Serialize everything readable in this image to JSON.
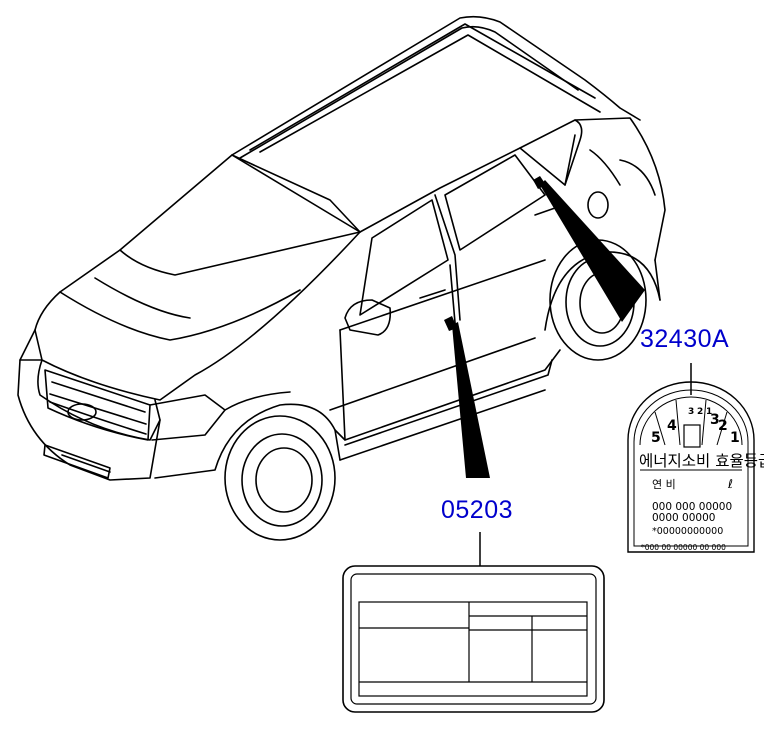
{
  "accent_color": "#0000cc",
  "callouts": [
    {
      "part_number": "32430A",
      "label_type": "fuel-efficiency-label"
    },
    {
      "part_number": "05203",
      "label_type": "tire-pressure-label"
    }
  ],
  "fuel_label": {
    "grades": [
      "5",
      "4",
      "3",
      "2",
      "1"
    ],
    "dial_tabs": [
      "3",
      "2",
      "1"
    ],
    "title": "에너지소비 효율등급",
    "line_label": "연 비",
    "unit": "ℓ",
    "number_row_1": "000 000 00000",
    "number_row_2": "0000 00000",
    "number_row_3": "*00000000000",
    "footer": "*000 00 00000 00 000"
  },
  "icons": {
    "vehicle": "suv-vehicle-icon"
  }
}
